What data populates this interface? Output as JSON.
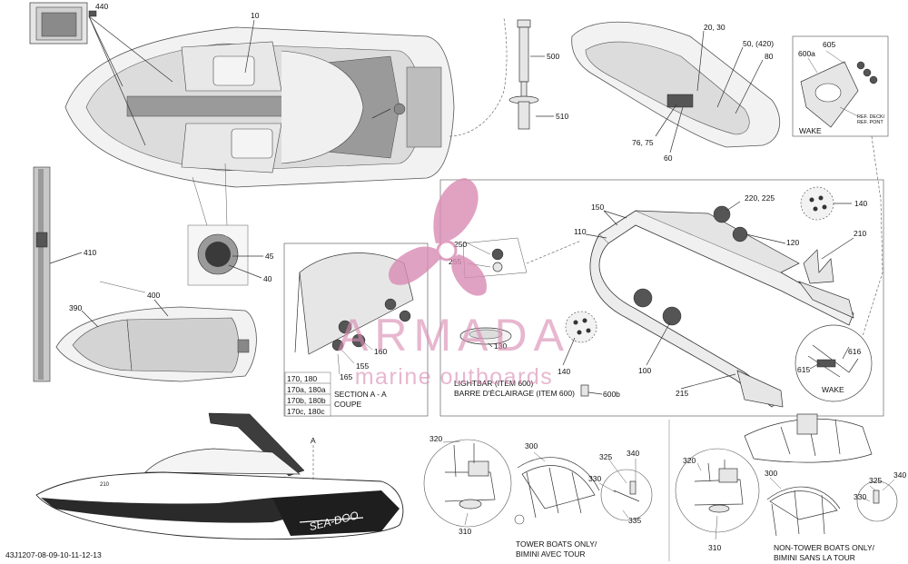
{
  "watermark": {
    "brand": "ARMADA",
    "tagline": "marine outboards",
    "accent_color": "#d98bb3"
  },
  "diagram_code": "43J1207-08-09-10-11-12-13",
  "callouts": {
    "c440": "440",
    "c10": "10",
    "c500": "500",
    "c510": "510",
    "c2030": "20, 30",
    "c50": "50, (420)",
    "c80": "80",
    "c7675": "76, 75",
    "c60": "60",
    "c605": "605",
    "c600a": "600a",
    "c45": "45",
    "c40": "40",
    "c410": "410",
    "c400": "400",
    "c390": "390",
    "c150": "150",
    "c110": "110",
    "c22": "220, 225",
    "c140a": "140",
    "c120": "120",
    "c210": "210",
    "c250": "250",
    "c255": "255",
    "c160": "160",
    "c155": "155",
    "c165": "165",
    "c130": "130",
    "c140b": "140",
    "c100": "100",
    "c600b": "600b",
    "c215": "215",
    "c616": "616",
    "c615": "615",
    "c320a": "320",
    "c300a": "300",
    "c325a": "325",
    "c340a": "340",
    "c330a": "330",
    "c335": "335",
    "c310a": "310",
    "c320b": "320",
    "c300b": "300",
    "c325b": "325",
    "c340b": "340",
    "c330b": "330",
    "c310b": "310"
  },
  "labels": {
    "wake_top": "WAKE",
    "wake_bottom": "WAKE",
    "ref_deck": "REF. DECK/",
    "ref_pont": "REF. PONT",
    "section_line1": "SECTION A - A",
    "section_line2": "COUPE",
    "sec_table": [
      "170, 180",
      "170a, 180a",
      "170b, 180b",
      "170c, 180c"
    ],
    "lightbar_en": "LIGHTBAR (ITEM 600)",
    "lightbar_fr": "BARRE D'ÉCLAIRAGE (ITEM 600)",
    "tower_en": "TOWER BOATS ONLY/",
    "tower_fr": "BIMINI AVEC TOUR",
    "nontower_en": "NON-TOWER BOATS ONLY/",
    "nontower_fr": "BIMINI SANS LA TOUR",
    "hull_brand": "SEA-DOO",
    "hull_model": "210",
    "section_marker": "A"
  }
}
